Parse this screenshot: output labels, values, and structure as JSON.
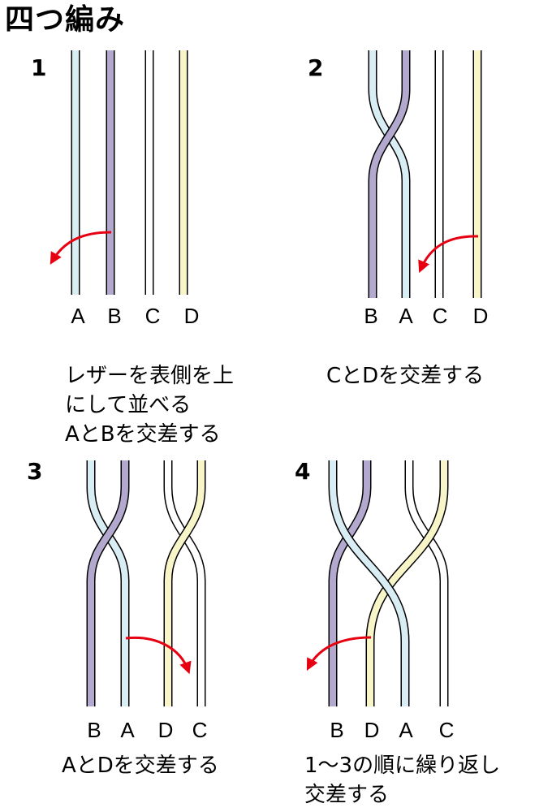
{
  "title": "四つ編み",
  "colors": {
    "A": "#d9edf4",
    "B": "#b3a8cd",
    "C": "#ffffff",
    "D": "#f8f5c8",
    "outline": "#000000",
    "arrow": "#e60012"
  },
  "steps": [
    {
      "number": "1",
      "labels": [
        "A",
        "B",
        "C",
        "D"
      ],
      "description": [
        "レザーを表側を上",
        "にして並べる",
        "AとBを交差する"
      ]
    },
    {
      "number": "2",
      "labels": [
        "B",
        "A",
        "C",
        "D"
      ],
      "description": [
        "CとDを交差する"
      ]
    },
    {
      "number": "3",
      "labels": [
        "B",
        "A",
        "D",
        "C"
      ],
      "description": [
        "AとDを交差する"
      ]
    },
    {
      "number": "4",
      "labels": [
        "B",
        "D",
        "A",
        "C"
      ],
      "description": [
        "1〜3の順に繰り返し",
        "交差する"
      ]
    }
  ]
}
